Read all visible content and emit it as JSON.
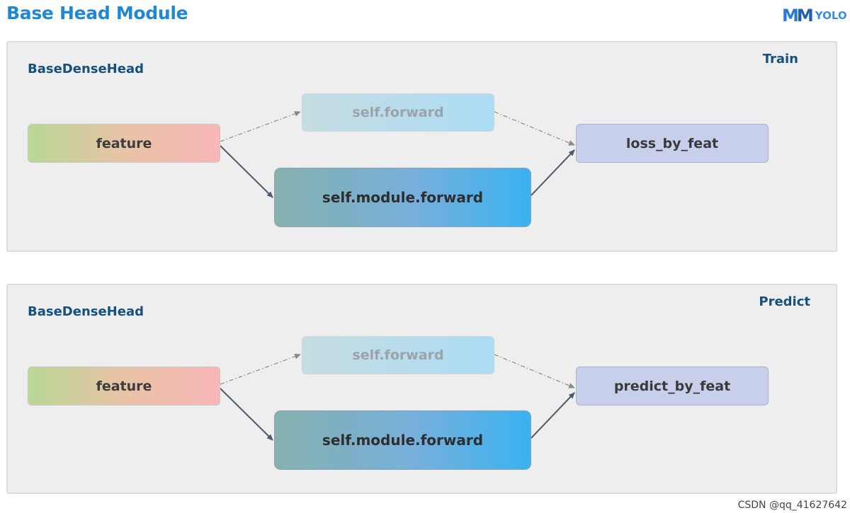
{
  "page": {
    "title": "Base Head Module",
    "watermark": "CSDN @qq_41627642"
  },
  "logo": {
    "mm": [
      "M",
      "M"
    ],
    "text": "YOLO",
    "colors": {
      "mm": "#2a7bd8",
      "text": "#3b8de0"
    }
  },
  "colors": {
    "title": "#1e88d6",
    "heading": "#15507e",
    "panel_bg": "#eeeeee",
    "arrow_solid": "#4d5b6b",
    "arrow_dashed": "#8a8a8a"
  },
  "panels": [
    {
      "id": "train",
      "heading": "BaseDenseHead",
      "tag": "Train",
      "nodes": {
        "feature": "feature",
        "self_forward": "self.forward",
        "module_forward": "self.module.forward",
        "output": "loss_by_feat"
      },
      "edges": [
        {
          "from": "feature",
          "to": "self_forward",
          "style": "dash-dot"
        },
        {
          "from": "self_forward",
          "to": "output",
          "style": "dash-dot"
        },
        {
          "from": "feature",
          "to": "module_forward",
          "style": "solid"
        },
        {
          "from": "module_forward",
          "to": "output",
          "style": "solid"
        }
      ]
    },
    {
      "id": "predict",
      "heading": "BaseDenseHead",
      "tag": "Predict",
      "nodes": {
        "feature": "feature",
        "self_forward": "self.forward",
        "module_forward": "self.module.forward",
        "output": "predict_by_feat"
      },
      "edges": [
        {
          "from": "feature",
          "to": "self_forward",
          "style": "dash-dot"
        },
        {
          "from": "self_forward",
          "to": "output",
          "style": "dash-dot"
        },
        {
          "from": "feature",
          "to": "module_forward",
          "style": "solid"
        },
        {
          "from": "module_forward",
          "to": "output",
          "style": "solid"
        }
      ]
    }
  ]
}
